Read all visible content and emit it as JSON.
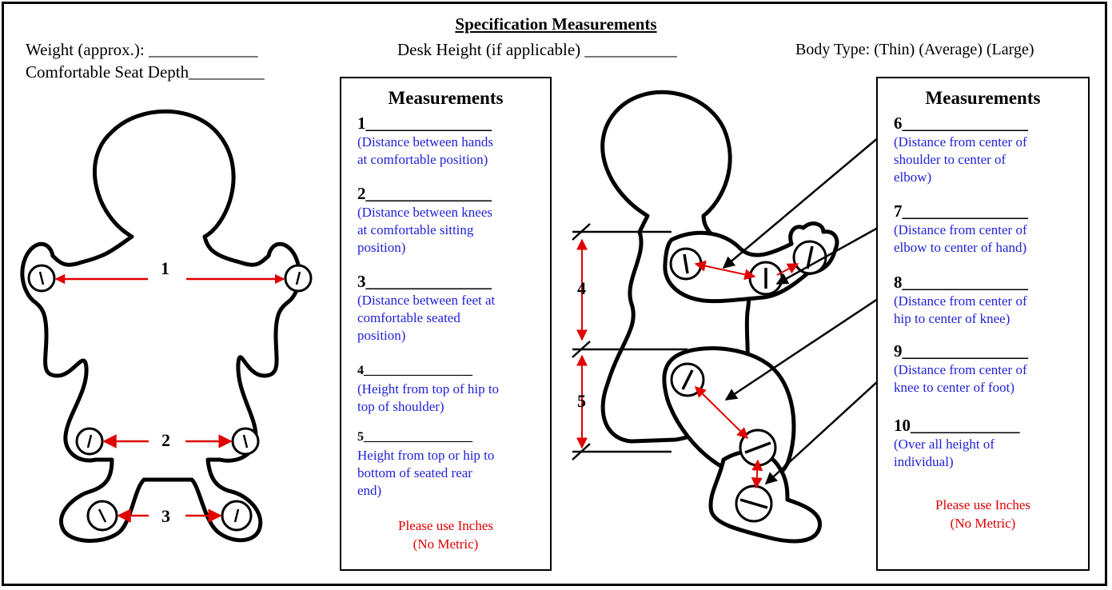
{
  "header": {
    "title": "Specification Measurements",
    "weight": "Weight (approx.): _____________",
    "desk": "Desk Height (if applicable) ___________",
    "body_type": "Body Type: (Thin) (Average) (Large)",
    "seat_depth": "Comfortable Seat Depth_________"
  },
  "left_box": {
    "title": "Measurements",
    "items": [
      {
        "num": "1_______________",
        "desc": "(Distance between hands\nat comfortable position)"
      },
      {
        "num": "2_______________",
        "desc": "(Distance between knees\nat comfortable sitting\nposition)"
      },
      {
        "num": "3_______________",
        "desc": "(Distance between feet at\ncomfortable seated\nposition)"
      },
      {
        "num": "4_________________",
        "desc": "(Height from top of hip to\ntop of shoulder)"
      },
      {
        "num": "5_________________",
        "desc": "Height from top or hip to\nbottom of seated rear\nend)"
      }
    ],
    "note": "Please use Inches\n(No Metric)"
  },
  "right_box": {
    "title": "Measurements",
    "items": [
      {
        "num": "6_______________",
        "desc": "(Distance from center of\nshoulder to center of\nelbow)"
      },
      {
        "num": "7_______________",
        "desc": "(Distance from center of\nelbow to center of hand)"
      },
      {
        "num": "8_______________",
        "desc": "(Distance from center of\nhip to center of knee)"
      },
      {
        "num": "9_______________",
        "desc": "(Distance from center of\nknee to center of foot)"
      },
      {
        "num": "10_____________",
        "desc": "(Over all height of\nindividual)"
      }
    ],
    "note": "Please use Inches\n(No Metric)"
  },
  "figure_labels": {
    "front_hands": "1",
    "front_knees": "2",
    "front_feet": "3",
    "side_torso": "4",
    "side_seat": "5"
  },
  "colors": {
    "description_text": "#1f1fd6",
    "note_text": "#e00000",
    "arrow_red": "#e00000"
  }
}
